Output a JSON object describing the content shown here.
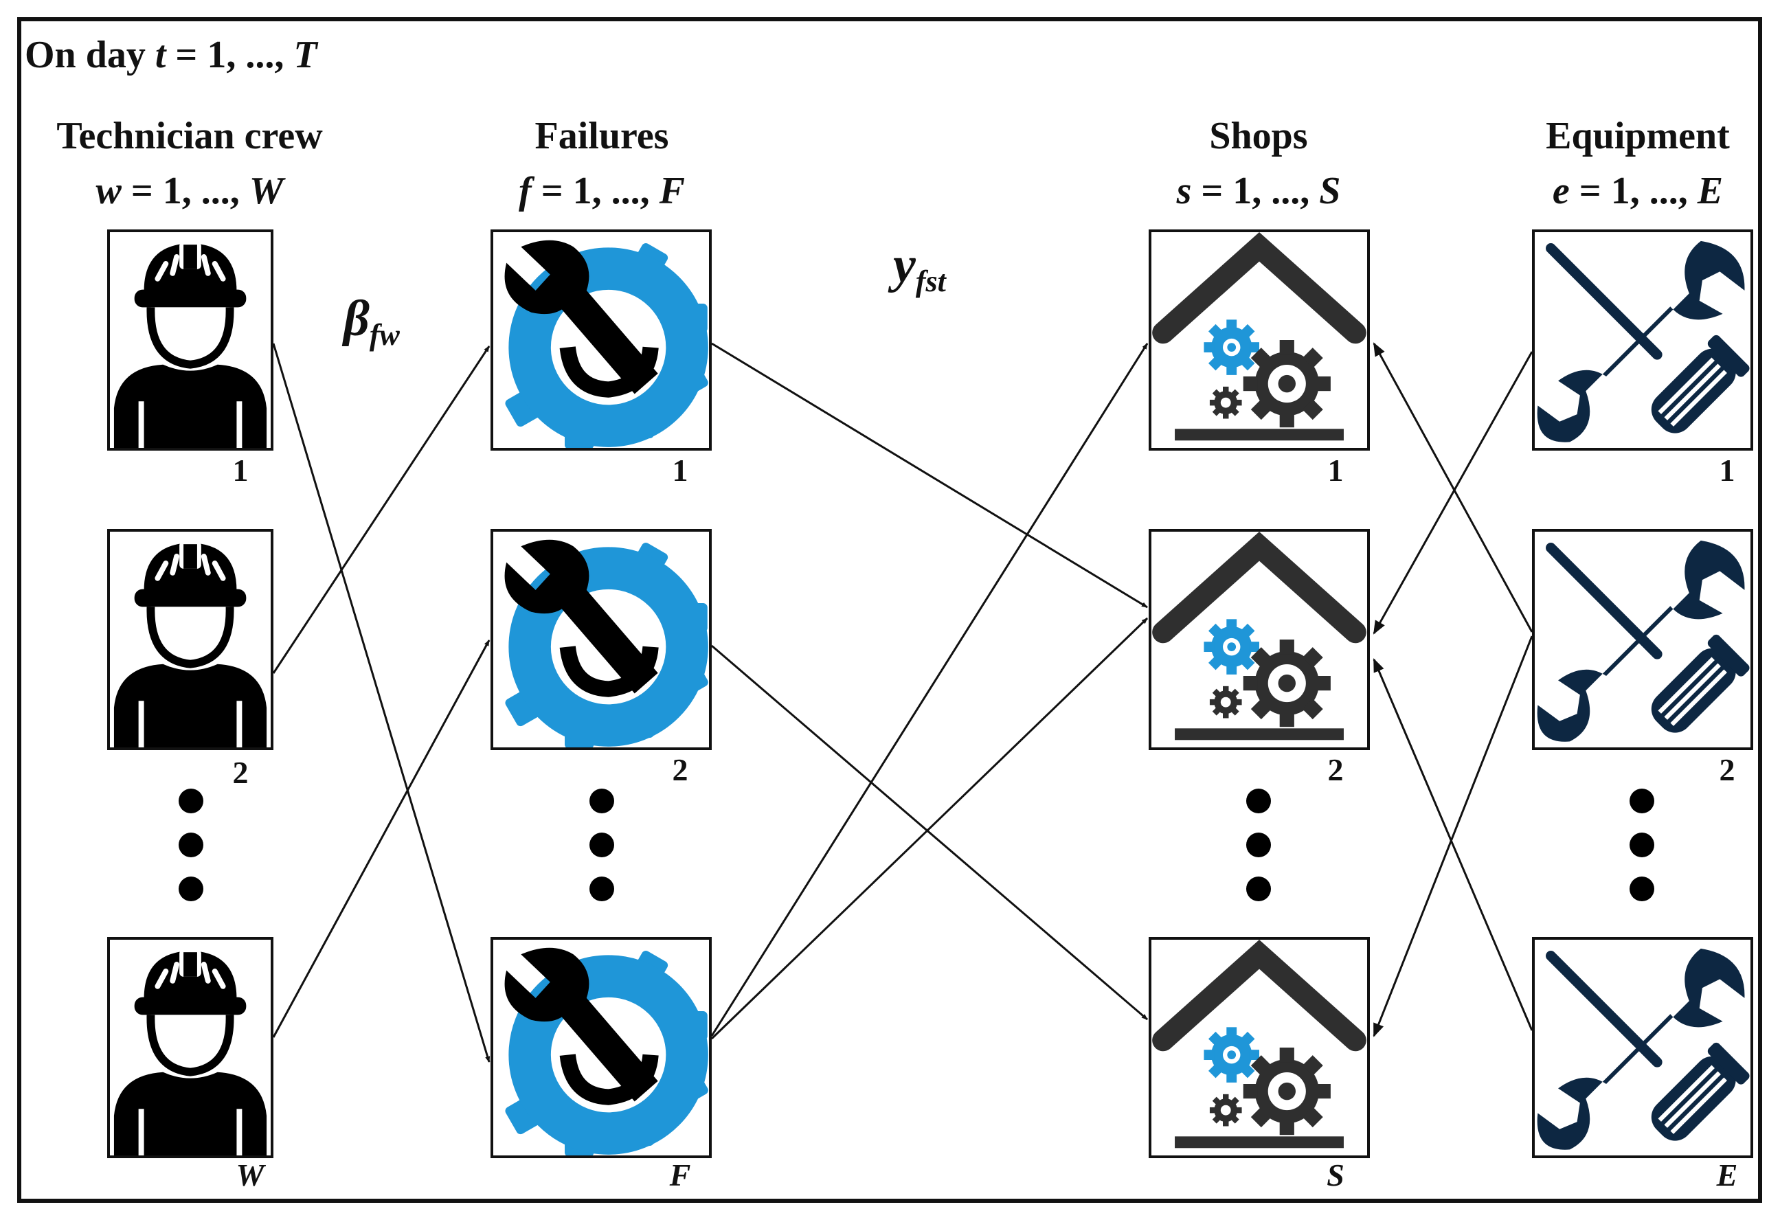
{
  "frame_title": {
    "prefix": "On day ",
    "var": "t",
    "mid": " = 1, ..., ",
    "end": "T"
  },
  "columns": [
    {
      "key": "crew",
      "title": "Technician crew",
      "var": "w",
      "range": " = 1, ..., ",
      "max": "W",
      "icon": "technician-icon",
      "labels": [
        "1",
        "2",
        "W"
      ]
    },
    {
      "key": "failures",
      "title": "Failures",
      "var": "f",
      "range": " = 1, ..., ",
      "max": "F",
      "icon": "failure-gear-wrench-icon",
      "labels": [
        "1",
        "2",
        "F"
      ]
    },
    {
      "key": "shops",
      "title": "Shops",
      "var": "s",
      "range": " = 1, ..., ",
      "max": "S",
      "icon": "shop-house-gears-icon",
      "labels": [
        "1",
        "2",
        "S"
      ]
    },
    {
      "key": "equipment",
      "title": "Equipment",
      "var": "e",
      "range": " = 1, ..., ",
      "max": "E",
      "icon": "screwdriver-wrench-icon",
      "labels": [
        "1",
        "2",
        "E"
      ]
    }
  ],
  "edge_labels": {
    "beta": {
      "symbol": "β",
      "sub": "fw"
    },
    "y": {
      "symbol": "y",
      "sub": "fst"
    }
  },
  "colors": {
    "accent_blue": "#1f96d8",
    "equipment_navy": "#0d2742",
    "shop_gray": "#2f2f2f",
    "ink": "#111111"
  }
}
